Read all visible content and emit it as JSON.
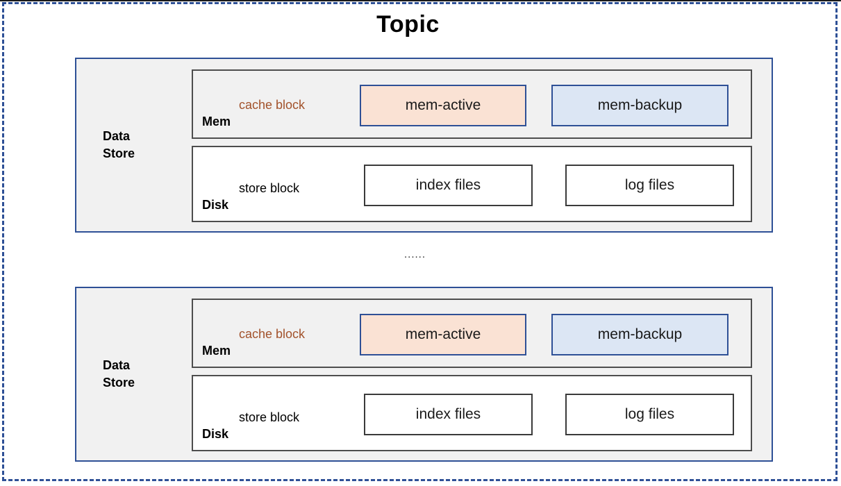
{
  "title": "Topic",
  "separator": "......",
  "colors": {
    "frame_dashed": "#2e5096",
    "container_border": "#2e5096",
    "container_fill": "#f1f1f1",
    "panel_border": "#4d4d4d",
    "cache_tag_text": "#a2522b",
    "mem_active_fill": "#fae2d4",
    "mem_backup_fill": "#dce6f4",
    "leaf_border_blue": "#2e5096",
    "leaf_border_gray": "#3a3a3a"
  },
  "data_stores": [
    {
      "label": "Data\nStore",
      "label_line1": "Data",
      "label_line2": "Store",
      "mem": {
        "name": "Mem",
        "block_tag": "cache block",
        "boxes": [
          {
            "label": "mem-active"
          },
          {
            "label": "mem-backup"
          }
        ]
      },
      "disk": {
        "name": "Disk",
        "block_tag": "store block",
        "boxes": [
          {
            "label": "index files"
          },
          {
            "label": "log files"
          }
        ]
      }
    },
    {
      "label": "Data\nStore",
      "label_line1": "Data",
      "label_line2": "Store",
      "mem": {
        "name": "Mem",
        "block_tag": "cache block",
        "boxes": [
          {
            "label": "mem-active"
          },
          {
            "label": "mem-backup"
          }
        ]
      },
      "disk": {
        "name": "Disk",
        "block_tag": "store block",
        "boxes": [
          {
            "label": "index files"
          },
          {
            "label": "log files"
          }
        ]
      }
    }
  ]
}
